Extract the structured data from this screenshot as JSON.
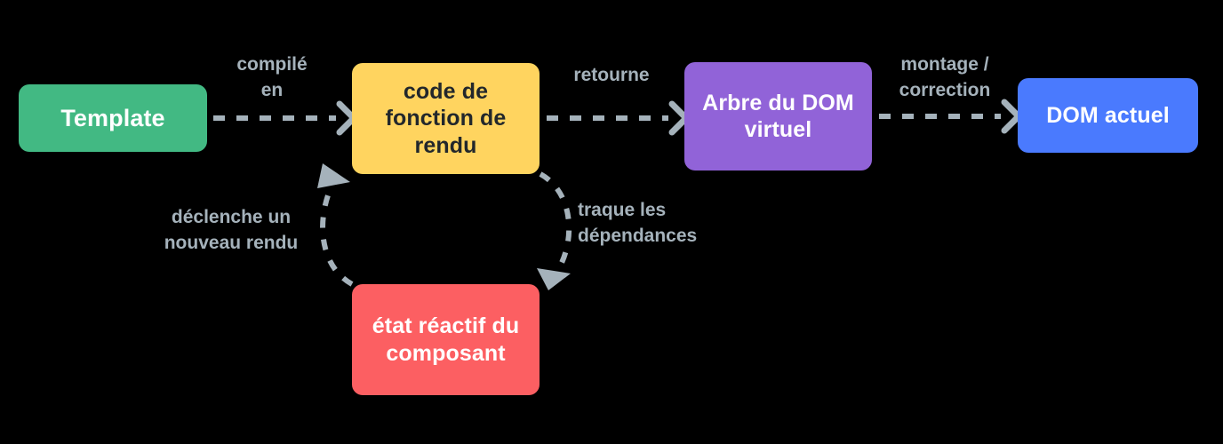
{
  "diagram": {
    "title": "Vue reactivity render pipeline",
    "background": "#000000",
    "edge_label_color": "#a5b2bb",
    "edge_line_color": "#a5b2bb",
    "nodes": [
      {
        "id": "template",
        "label": "Template",
        "color": "#42b983",
        "text_color": "#ffffff"
      },
      {
        "id": "render_fn",
        "label": "code de\nfonction de\nrendu",
        "color": "#ffd45f",
        "text_color": "#22272b"
      },
      {
        "id": "vdom",
        "label": "Arbre du DOM\nvirtuel",
        "color": "#9163d8",
        "text_color": "#ffffff"
      },
      {
        "id": "dom",
        "label": "DOM actuel",
        "color": "#4a7afe",
        "text_color": "#ffffff"
      },
      {
        "id": "state",
        "label": "état réactif\ndu\ncomposant",
        "color": "#fc5f62",
        "text_color": "#ffffff"
      }
    ],
    "edges": [
      {
        "id": "compile",
        "label": "compilé\nen",
        "from": "template",
        "to": "render_fn",
        "style": "dashed-straight"
      },
      {
        "id": "returns",
        "label": "retourne",
        "from": "render_fn",
        "to": "vdom",
        "style": "dashed-straight"
      },
      {
        "id": "mount",
        "label": "montage /\ncorrection",
        "from": "vdom",
        "to": "dom",
        "style": "dashed-straight"
      },
      {
        "id": "track",
        "label": "traque les\ndépendances",
        "from": "render_fn",
        "to": "state",
        "style": "dashed-curved"
      },
      {
        "id": "retrigger",
        "label": "déclenche un\nnouveau rendu",
        "from": "state",
        "to": "render_fn",
        "style": "dashed-curved"
      }
    ]
  }
}
